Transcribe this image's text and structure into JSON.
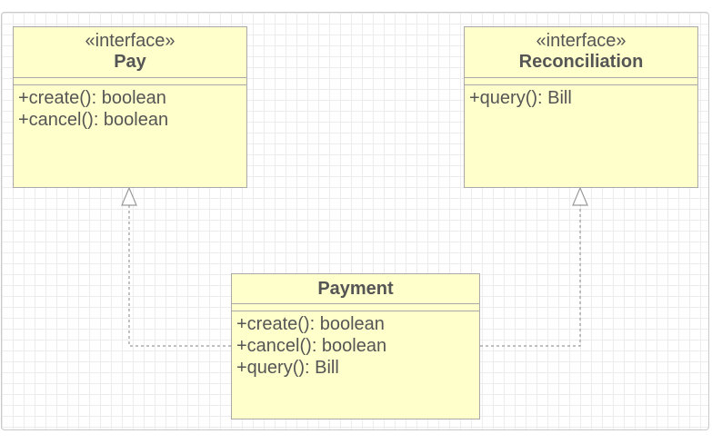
{
  "classes": {
    "pay": {
      "stereotype": "«interface»",
      "name": "Pay",
      "methods": [
        "+create(): boolean",
        "+cancel(): boolean"
      ]
    },
    "reconciliation": {
      "stereotype": "«interface»",
      "name": "Reconciliation",
      "methods": [
        "+query(): Bill"
      ]
    },
    "payment": {
      "name": "Payment",
      "methods": [
        "+create(): boolean",
        "+cancel(): boolean",
        "+query(): Bill"
      ]
    }
  },
  "relationships": [
    {
      "type": "realization",
      "from": "payment",
      "to": "pay"
    },
    {
      "type": "realization",
      "from": "payment",
      "to": "reconciliation"
    }
  ],
  "colors": {
    "class_fill": "#ffffcc",
    "class_border": "#a9a9a9",
    "text": "#555555",
    "connector": "#9a9a9a",
    "grid": "#ececec"
  }
}
